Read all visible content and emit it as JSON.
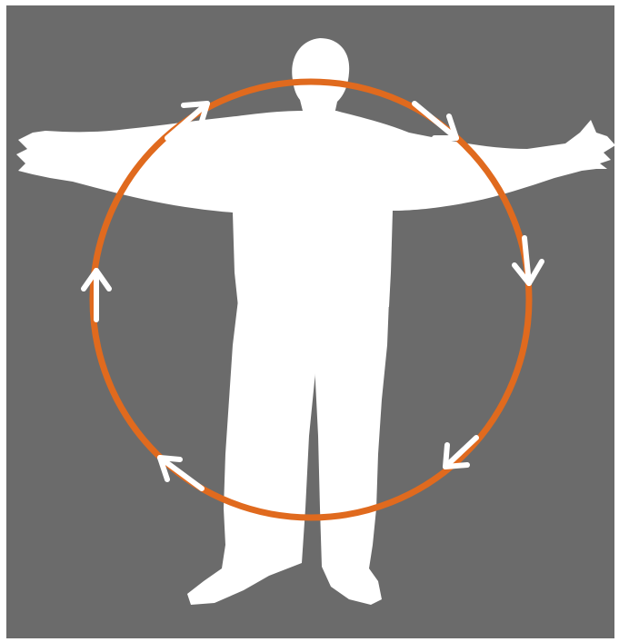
{
  "figure": {
    "subject": "human-silhouette",
    "arrow_direction": "clockwise",
    "arrow_count": 6
  },
  "colors": {
    "frame": "#ffffff",
    "background": "#6b6b6b",
    "silhouette": "#ffffff",
    "ring": "#e06a1e",
    "arrow": "#ffffff"
  }
}
